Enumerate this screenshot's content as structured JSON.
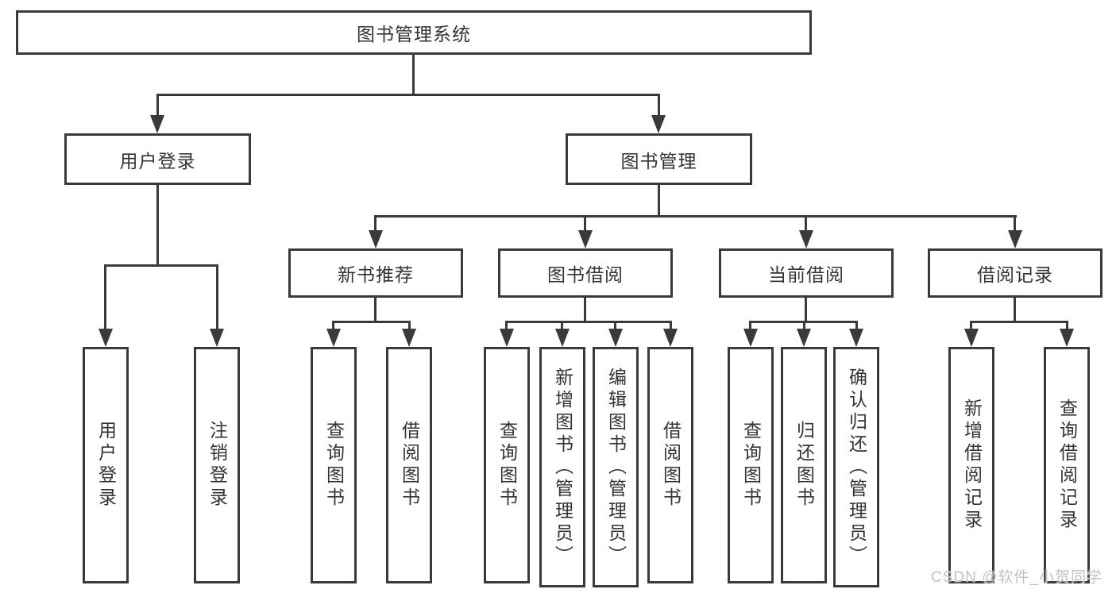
{
  "diagram": {
    "type": "hierarchy-flowchart",
    "root": {
      "label": "图书管理系统"
    },
    "branches": [
      {
        "label": "用户登录",
        "leaves": [
          {
            "label": "用户登录"
          },
          {
            "label": "注销登录"
          }
        ]
      },
      {
        "label": "图书管理",
        "children": [
          {
            "label": "新书推荐",
            "leaves": [
              {
                "label": "查询图书"
              },
              {
                "label": "借阅图书"
              }
            ]
          },
          {
            "label": "图书借阅",
            "leaves": [
              {
                "label": "查询图书"
              },
              {
                "label": "新增图书（管理员）"
              },
              {
                "label": "编辑图书（管理员）"
              },
              {
                "label": "借阅图书"
              }
            ]
          },
          {
            "label": "当前借阅",
            "leaves": [
              {
                "label": "查询图书"
              },
              {
                "label": "归还图书"
              },
              {
                "label": "确认归还（管理员）"
              }
            ]
          },
          {
            "label": "借阅记录",
            "leaves": [
              {
                "label": "新增借阅记录"
              },
              {
                "label": "查询借阅记录"
              }
            ]
          }
        ]
      }
    ]
  },
  "watermark": {
    "text": "CSDN @软件_小贺同学"
  },
  "colors": {
    "line": "#3a3a3a",
    "text": "#333333",
    "background": "#ffffff",
    "watermark": "#c2c2c2"
  }
}
